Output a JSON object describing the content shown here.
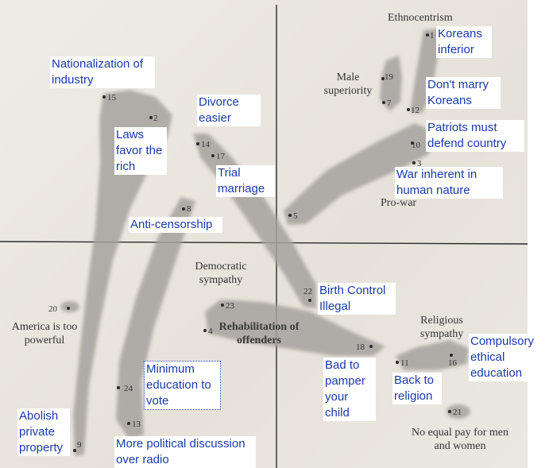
{
  "nodes": {
    "n1": "1",
    "n2": "2",
    "n3": "3",
    "n5": "5",
    "n7": "7",
    "n8": "8",
    "n9": "9",
    "n10": "10",
    "n11": "11",
    "n12": "12",
    "n13": "13",
    "n14": "14",
    "n15": "15",
    "n16": "16",
    "n17": "17",
    "n18": "18",
    "n19": "19",
    "n20": "20",
    "n21": "21",
    "n22": "22",
    "n23": "23",
    "n24": "24"
  },
  "printed": {
    "ethnocentrism": "Ethnocentrism",
    "male_superiority": "Male superiority",
    "pro_war": "Pro-war",
    "democratic_sympathy": "Democratic sympathy",
    "america_powerful": "America is too powerful",
    "rehabilitation": "Rehabilitation of offenders",
    "religious_sympathy": "Religious sympathy",
    "no_equal_pay": "No equal pay for men and women"
  },
  "annotations": {
    "nationalization": "Nationalization of industry",
    "laws_favor": "Laws favor the rich",
    "divorce": "Divorce easier",
    "trial_marriage": "Trial marriage",
    "anti_censorship": "Anti-censorship",
    "koreans_inferior": "Koreans inferior",
    "dont_marry": "Don't marry Koreans",
    "patriots": "Patriots must defend country",
    "war_inherent": "War inherent in human nature",
    "birth_control": "Birth Control Illegal",
    "compulsory": "Compulsory ethical education",
    "bad_to_pamper": "Bad to pamper your child",
    "back_to_religion": "Back to religion",
    "minimum_education": "Minimum education to vote",
    "abolish": "Abolish private property",
    "more_political": "More political discussion over radio"
  },
  "colors": {
    "annotation_text": "#1a3aa8",
    "cluster_fill": "#a6a29d",
    "paper": "#ede9e2"
  }
}
